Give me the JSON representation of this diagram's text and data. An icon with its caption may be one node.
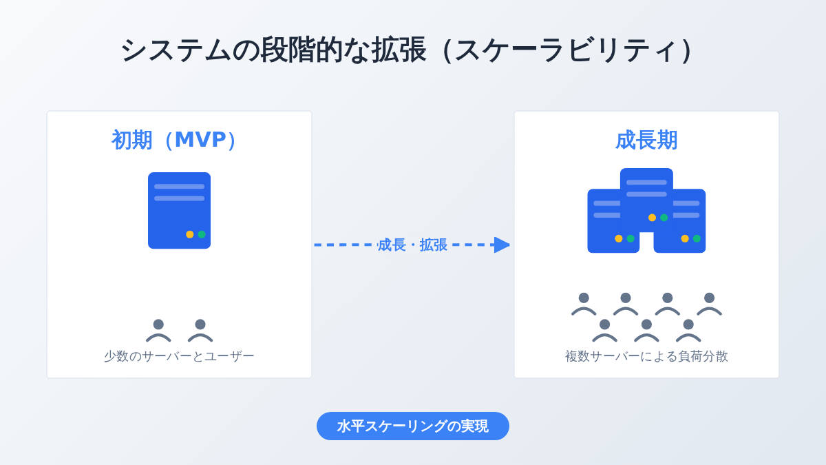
{
  "diagram": {
    "title": "システムの段階的な拡張（スケーラビリティ）",
    "caption": "水平スケーリングの実現",
    "nodes": [
      {
        "text": [
          "初期（MVP）",
          "少数のサーバーとユーザー"
        ]
      },
      {
        "text": [
          "成長期",
          "複数サーバーによる負荷分散"
        ]
      }
    ],
    "edges": [
      {
        "from": 0,
        "to": 1,
        "arrow": "to",
        "label": "成長・拡張",
        "style": "dashed"
      }
    ]
  }
}
